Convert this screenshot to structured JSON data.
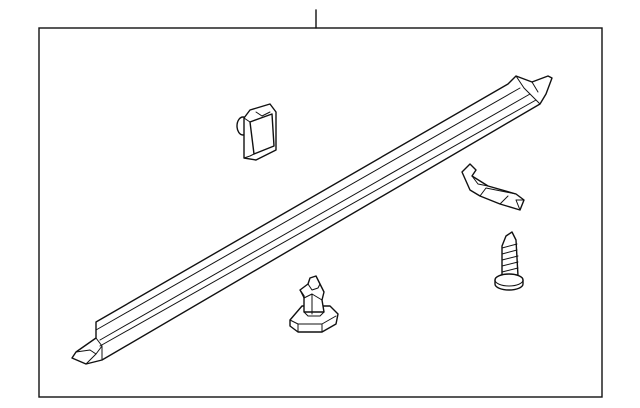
{
  "diagram": {
    "type": "exploded-parts-diagram",
    "parts": [
      "leader-line",
      "rocker-molding",
      "retainer-clip",
      "bracket",
      "screw",
      "push-clip"
    ],
    "colors": {
      "stroke": "#111111",
      "background": "#ffffff"
    }
  }
}
